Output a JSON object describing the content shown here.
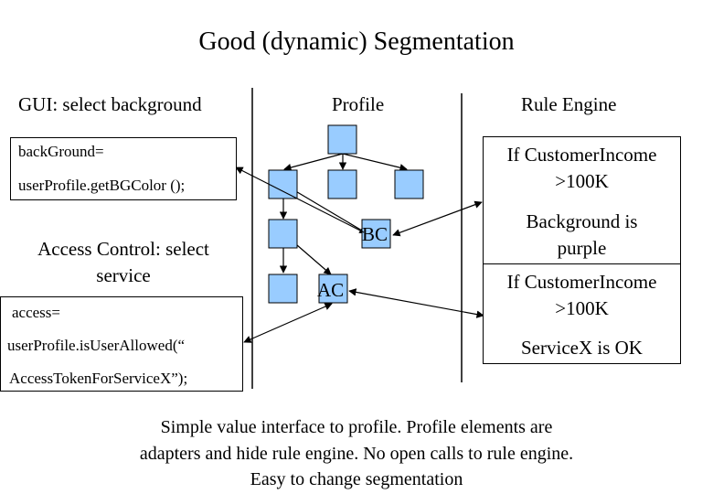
{
  "title": "Good (dynamic) Segmentation",
  "columns": {
    "gui": "GUI: select background",
    "profile": "Profile",
    "rule_engine": "Rule Engine"
  },
  "gui_box": {
    "line1": "backGround=",
    "line2": "userProfile.getBGColor ();"
  },
  "access_control": {
    "line1": "Access Control: select",
    "line2": "service"
  },
  "access_box": {
    "line1": "access=",
    "line2": "userProfile.isUserAllowed(“",
    "line3": "AccessTokenForServiceX”);"
  },
  "profile_nodes": {
    "bc": "BC",
    "ac": "AC"
  },
  "rule1": {
    "line1": "If CustomerIncome",
    "line2": ">100K",
    "line3": "Background is",
    "line4": "purple"
  },
  "rule2": {
    "line1": "If CustomerIncome",
    "line2": ">100K",
    "line3": "ServiceX is OK"
  },
  "caption": {
    "line1": "Simple value interface to profile. Profile elements are",
    "line2": "adapters and hide rule engine. No open calls to rule engine.",
    "line3": "Easy to change segmentation"
  },
  "colors": {
    "node_fill": "#99ccff",
    "line": "#000000",
    "background": "#ffffff"
  }
}
